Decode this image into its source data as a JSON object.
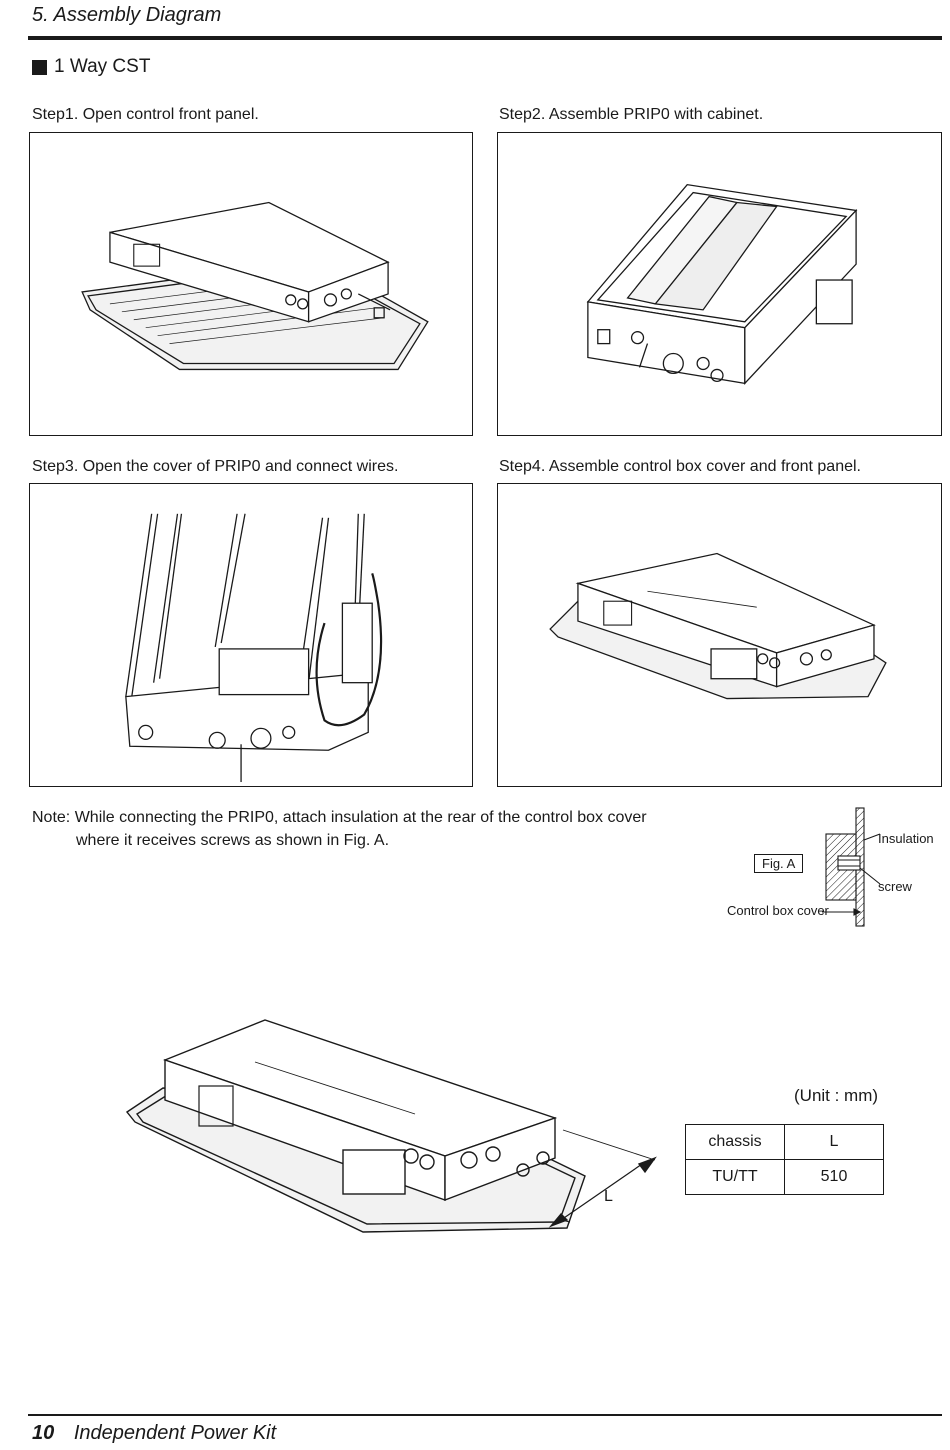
{
  "header": {
    "title": "5. Assembly Diagram"
  },
  "section": {
    "title": "1 Way CST"
  },
  "steps": [
    {
      "caption": "Step1. Open control front panel."
    },
    {
      "caption": "Step2. Assemble PRIP0 with cabinet."
    },
    {
      "caption": "Step3. Open the cover of PRIP0 and connect wires."
    },
    {
      "caption": "Step4. Assemble control box cover and front panel."
    }
  ],
  "note": {
    "line1": "Note: While connecting the PRIP0, attach insulation at the rear of the control box cover",
    "line2": "where it receives screws as shown in Fig. A."
  },
  "fig_a": {
    "label": "Fig. A",
    "insulation": "Insulation",
    "screw": "screw",
    "cover": "Control box cover"
  },
  "dimension": {
    "unit": "(Unit : mm)",
    "label": "L",
    "headers": [
      "chassis",
      "L"
    ],
    "rows": [
      [
        "TU/TT",
        "510"
      ]
    ]
  },
  "footer": {
    "page": "10",
    "title": "Independent Power Kit"
  }
}
